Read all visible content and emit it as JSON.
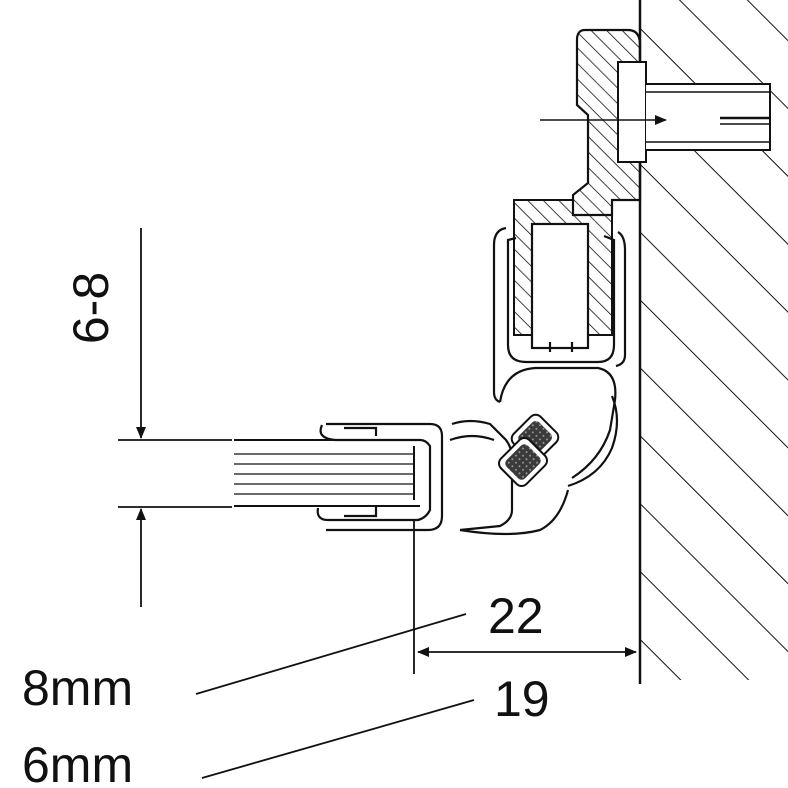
{
  "diagram": {
    "labels": {
      "glass_thickness": "6-8",
      "dim_upper": "22",
      "dim_lower": "19",
      "glass_8": "8mm",
      "glass_6": "6mm"
    },
    "colors": {
      "line": "#111111",
      "magnet": "#333333",
      "background": "#ffffff"
    }
  }
}
